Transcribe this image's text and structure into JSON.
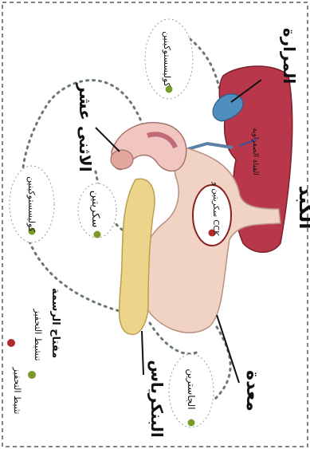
{
  "organs": {
    "liver": "الكبد",
    "gallbladder": "المرارة",
    "duodenum": "الاثنى عشر",
    "pancreas": "البنكرياس",
    "stomach": "معدة",
    "bile_duct": "القناة الصفراوية"
  },
  "hormones": {
    "cck_top": "كوليسستوكينين",
    "cck_left": "كوليسستوكينين",
    "secretin": "سكريتين",
    "gastrin": "الجاسترين",
    "secretin_cck": "سكريتين و CCK"
  },
  "legend": {
    "title": "مفتاح الرسمة",
    "stimulate": "تنشيط التحفيز",
    "inhibit": "تثبيط التحفيز"
  },
  "colors": {
    "stimulate": "#7a9a2a",
    "inhibit": "#b22a2a",
    "liver": "#b8374a",
    "gallbladder": "#4f8fbf",
    "pancreas": "#ecd58b",
    "stomach": "#f1d3c4",
    "dotted": "#6a7a6a"
  }
}
